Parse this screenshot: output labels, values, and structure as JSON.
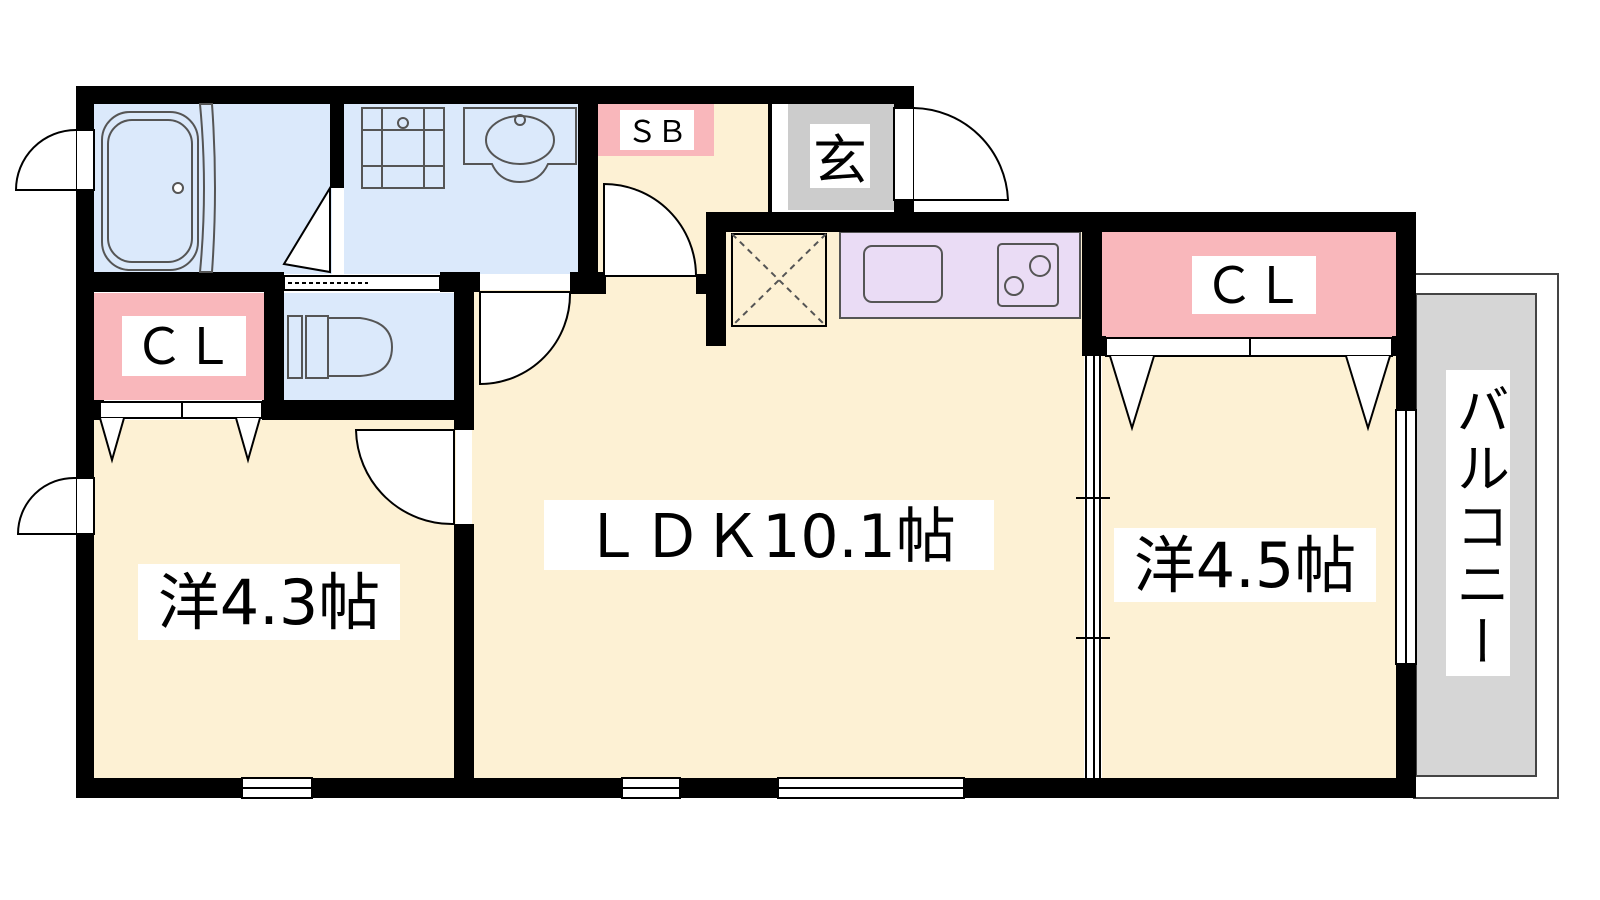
{
  "floorplan": {
    "rooms": {
      "ldk": "ＬＤＫ10.1帖",
      "western_left": "洋4.3帖",
      "western_right": "洋4.5帖",
      "entrance": "玄",
      "shoebox": "ＳＢ",
      "closet_left": "ＣＬ",
      "closet_right": "ＣＬ",
      "balcony": "バルコニー"
    },
    "colors": {
      "wall": "#000000",
      "floor_wood": "#fdf1d4",
      "wet_area": "#dbe9fb",
      "closet": "#f9b7bb",
      "kitchen": "#eadcf5",
      "entrance_tile": "#cccccc",
      "balcony": "#d6d6d6"
    }
  }
}
